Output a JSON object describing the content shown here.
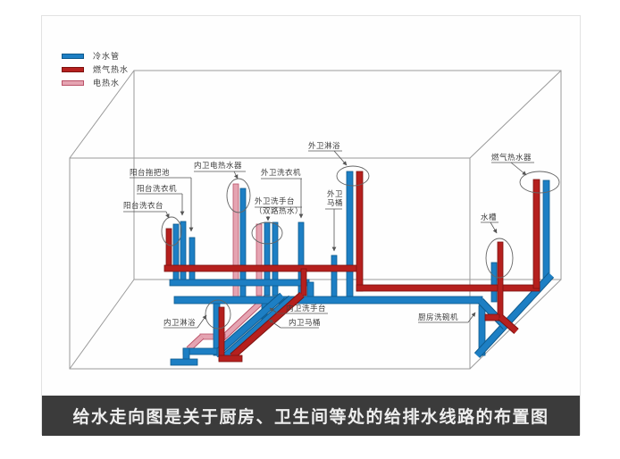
{
  "legend": {
    "items": [
      {
        "label": "冷水管",
        "color_key": "cold"
      },
      {
        "label": "燃气热水",
        "color_key": "hot"
      },
      {
        "label": "电热水",
        "color_key": "elec"
      }
    ]
  },
  "labels": {
    "balcony_mop": "阳台拖把池",
    "balcony_washer": "阳台洗衣机",
    "balcony_basin": "阳台洗衣台",
    "inner_heater": "内卫电热水器",
    "outer_washer": "外卫洗衣机",
    "outer_basin_l1": "外卫洗手台",
    "outer_basin_l2": "（双路热水）",
    "outer_toilet_l1": "外卫",
    "outer_toilet_l2": "马桶",
    "outer_shower": "外卫淋浴",
    "gas_heater": "燃气热水器",
    "sink": "水槽",
    "dishwasher": "厨房洗碗机",
    "inner_shower": "内卫淋浴",
    "inner_basin": "内卫洗手台",
    "inner_toilet": "内卫马桶"
  },
  "caption": "给水走向图是关于厨房、卫生间等处的给排水线路的布置图",
  "colors": {
    "cold": "#1d7fc4",
    "cold_dark": "#0f5a8c",
    "hot": "#b5201e",
    "hot_dark": "#7d120f",
    "elec": "#e5a4b2",
    "elec_dark": "#bb5268",
    "box": "#9a9a9a",
    "leader": "#555555",
    "caption_bg": "#3b3b3b",
    "caption_text": "#eeeeee"
  }
}
